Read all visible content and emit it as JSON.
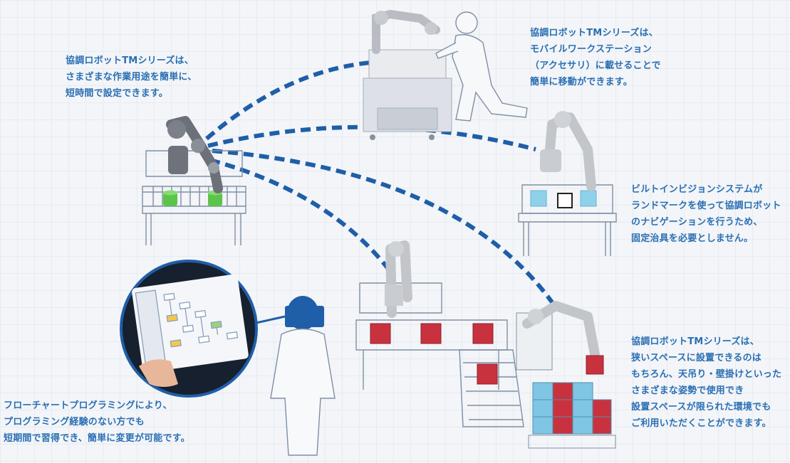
{
  "captions": {
    "top_left": [
      "協調ロボットTMシリーズは、",
      "さまざまな作業用途を簡単に、",
      "短時間で設定できます。"
    ],
    "top_right": [
      "協調ロボットTMシリーズは、",
      "モバイルワークステーション",
      "（アクセサリ）に載せることで",
      "簡単に移動ができます。"
    ],
    "mid_right": [
      "ビルトインビジョンシステムが",
      "ランドマークを使って協調ロボット",
      "のナビゲーションを行うため、",
      "固定治具を必要としません。"
    ],
    "bottom_right": [
      "協調ロボットTMシリーズは、",
      "狭いスペースに設置できるのは",
      "もちろん、天吊り・壁掛けといった",
      "さまざまな姿勢で使用でき",
      "設置スペースが限られた環境でも",
      "ご利用いただくことができます。"
    ],
    "bottom_left": [
      "フローチャートプログラミングにより、",
      "プログラミング経験のない方でも",
      "短期間で習得でき、簡単に変更が可能です。"
    ]
  },
  "colors": {
    "caption": "#2a6fb4",
    "dash": "#1f5ea8",
    "box_red": "#c8323e",
    "box_blue": "#7fc6e4",
    "green_part": "#5cc44a",
    "robot": "#b9bcc2",
    "line": "#7f8fa6"
  },
  "icons": [
    "robot-arm-icon",
    "operator-icon",
    "tablet-icon",
    "mobile-workstation-icon"
  ]
}
